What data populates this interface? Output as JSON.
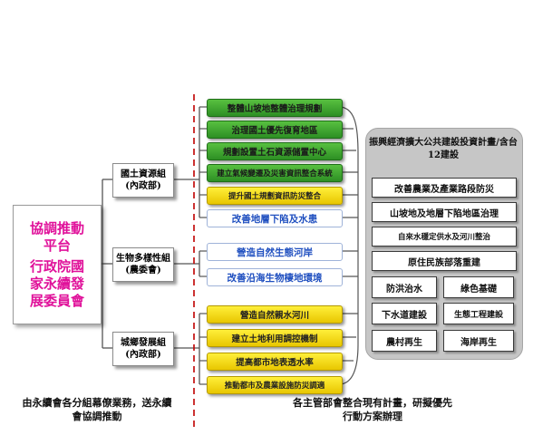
{
  "coordination": {
    "line1": "協調推動平台",
    "line2": "行政院國家永續發展委員會"
  },
  "groups": [
    {
      "name": "國土資源組",
      "sub": "(內政部)"
    },
    {
      "name": "生物多樣性組",
      "sub": "(農委會)"
    },
    {
      "name": "城鄉發展組",
      "sub": "(內政部)"
    }
  ],
  "items": {
    "land": [
      "整體山坡地整體治理規劃",
      "治理國土優先復育地區",
      "規劃設置土石資源儲置中心",
      "建立氣候變遷及災害資訊整合系統",
      "提升國土規劃資訊防災整合",
      "改善地層下陷及水患"
    ],
    "bio": [
      "營造自然生態河岸",
      "改善沿海生物棲地環境"
    ],
    "urban": [
      "營造自然親水河川",
      "建立土地利用調控機制",
      "提高都市地表透水率",
      "推動都市及農業設施防災調適"
    ]
  },
  "panel": {
    "title": "振興經濟擴大公共建設投資計畫/含台12建設",
    "wide": [
      "改善農業及產業路段防災",
      "山坡地及地層下陷地區治理",
      "自來水穩定供水及河川整治",
      "原住民族部落重建"
    ],
    "pairs": [
      [
        "防洪治水",
        "綠色基礎"
      ],
      [
        "下水道建設",
        "生態工程建設"
      ],
      [
        "農村再生",
        "海岸再生"
      ]
    ]
  },
  "footer": {
    "left": "由永續會各分組幕僚業務，送永續會協調推動",
    "right": "各主管部會整合現有計畫，研擬優先行動方案辦理"
  },
  "colors": {
    "coord_text": "#e0119a",
    "divider": "#c00000",
    "green": "#3aa52c",
    "yellow": "#f7dd12",
    "blue_text": "#2050c0",
    "panel": "#c6c6c6"
  }
}
